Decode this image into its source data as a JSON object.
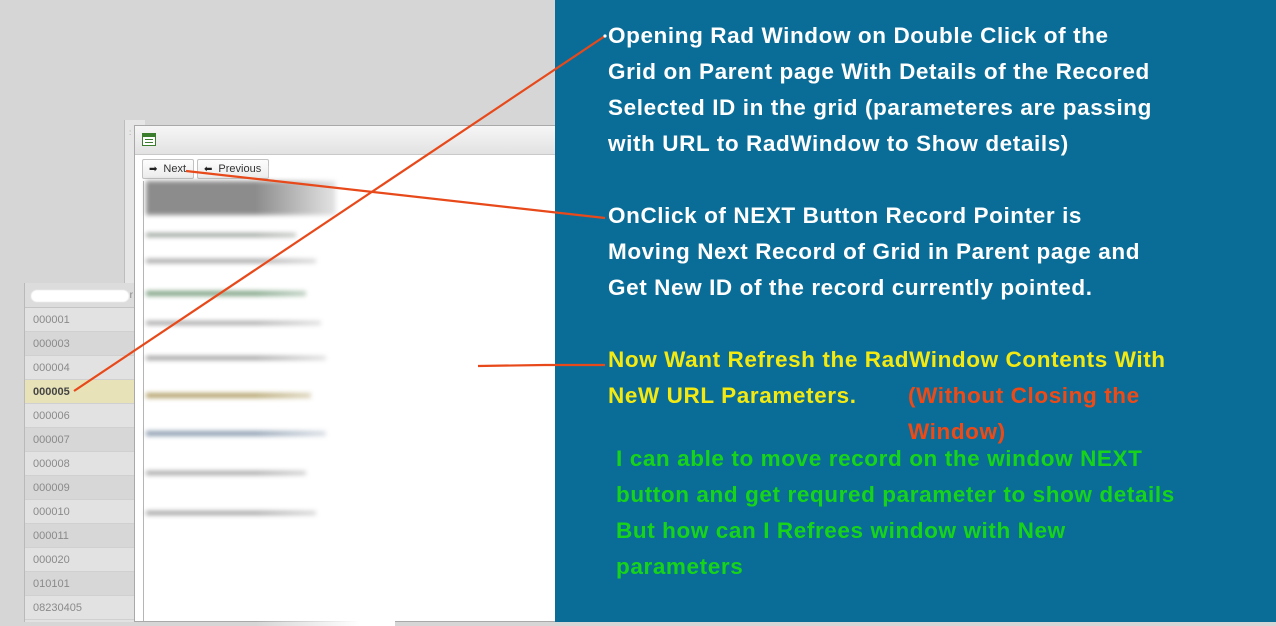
{
  "grid": {
    "header_tail": "r",
    "rows": [
      {
        "value": "000001",
        "state": "normal"
      },
      {
        "value": "000003",
        "state": "alt"
      },
      {
        "value": "000004",
        "state": "normal"
      },
      {
        "value": "000005",
        "state": "selected"
      },
      {
        "value": "000006",
        "state": "normal"
      },
      {
        "value": "000007",
        "state": "alt"
      },
      {
        "value": "000008",
        "state": "normal"
      },
      {
        "value": "000009",
        "state": "alt"
      },
      {
        "value": "000010",
        "state": "normal"
      },
      {
        "value": "000011",
        "state": "alt"
      },
      {
        "value": "000020",
        "state": "normal"
      },
      {
        "value": "010101",
        "state": "alt"
      },
      {
        "value": "08230405",
        "state": "normal"
      }
    ]
  },
  "radwindow": {
    "icon": "window-list-icon",
    "toolbar": {
      "next_label": "Next",
      "previous_label": "Previous",
      "next_icon": "arrow-right-icon",
      "previous_icon": "arrow-left-icon"
    }
  },
  "annotations": {
    "note1": [
      "Opening Rad Window on Double Click of the",
      "Grid on Parent page With Details of the Recored",
      "Selected ID in the grid (parameteres are passing",
      "with URL to RadWindow to Show details)"
    ],
    "note2": [
      "OnClick of NEXT Button Record Pointer is",
      "Moving Next Record of Grid in Parent page and",
      "Get New ID of the record currently pointed."
    ],
    "note3": [
      "Now Want Refresh the RadWindow Contents With",
      "NeW URL Parameters."
    ],
    "note4": "(Without Closing the",
    "note4b": "Window)",
    "note5": [
      "I can able to move record on the window NEXT",
      "button and get requred parameter to show details",
      "But how can I Refrees window with New",
      "parameters"
    ]
  },
  "colors": {
    "panel_bg": "#0a6d98",
    "note_white": "#ffffff",
    "note_yellow": "#f4ea12",
    "note_red": "#ef4a16",
    "note_green": "#17d41a",
    "arrow": "#e8491a"
  }
}
